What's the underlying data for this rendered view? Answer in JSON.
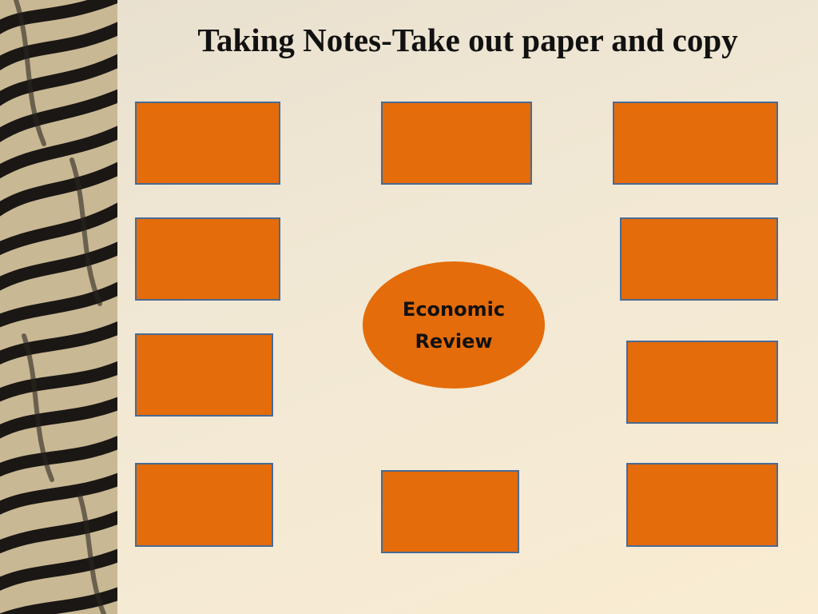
{
  "slide": {
    "title": "Taking Notes-Take out paper and copy",
    "center_label": "Economic Review"
  },
  "diagram": {
    "node_count": 10,
    "box_fill": "#e46c0a",
    "box_border": "#4a6a93",
    "hub_fill": "#e46c0a",
    "stripe_dark": "#1a1714",
    "stripe_light": "#c9b894"
  }
}
